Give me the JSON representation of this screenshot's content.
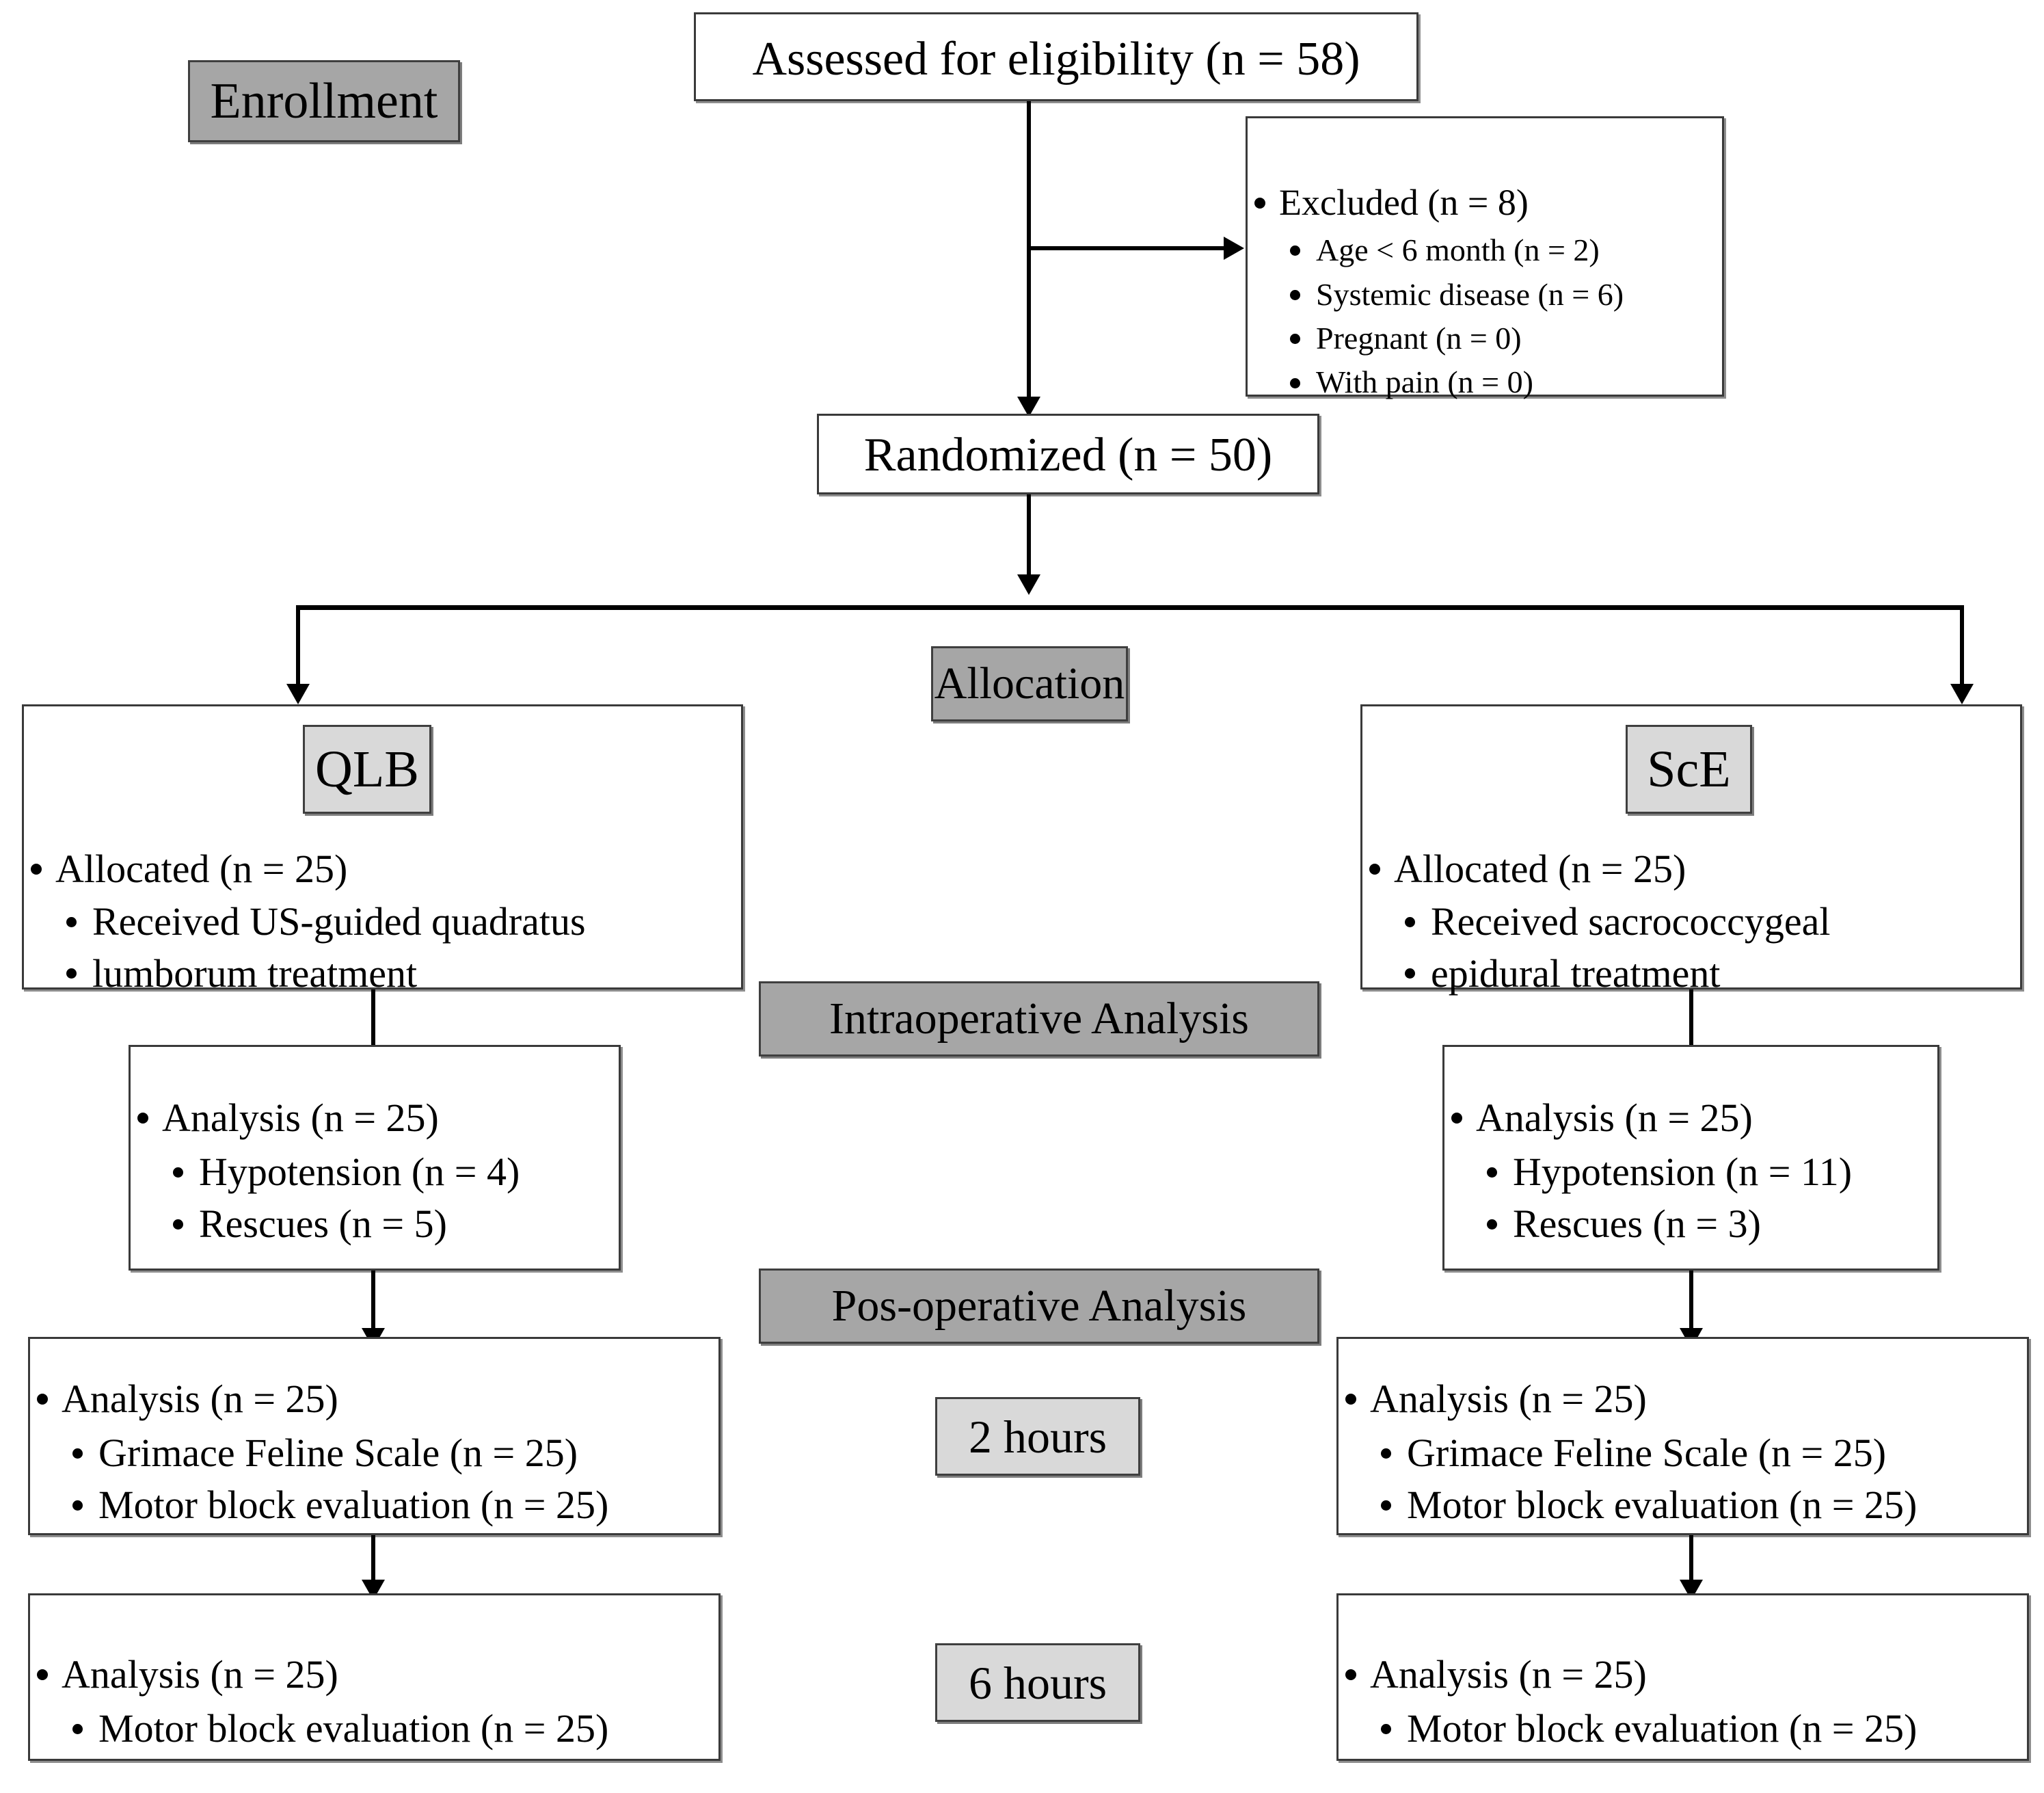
{
  "diagram": {
    "title": "CONSORT participant flow diagram",
    "colors": {
      "stage_label_dark": "#a6a6a6",
      "group_label_light": "#d9d9d9",
      "box_border": "#3a3a3a",
      "connector": "#000000",
      "background": "#ffffff"
    }
  },
  "stage_labels": {
    "enrollment": "Enrollment",
    "allocation": "Allocation",
    "intraoperative": "Intraoperative Analysis",
    "postoperative": "Pos-operative Analysis",
    "two_hours": "2 hours",
    "six_hours": "6 hours"
  },
  "enrollment": {
    "assessed": "Assessed for eligibility (n = 58)",
    "excluded": {
      "heading": "Excluded (n = 8)",
      "reasons": [
        "Age < 6 month (n = 2)",
        "Systemic disease (n = 6)",
        "Pregnant (n = 0)",
        "With pain (n = 0)"
      ]
    },
    "randomized": "Randomized (n = 50)"
  },
  "arms": {
    "left": {
      "group_label": "QLB",
      "allocation": {
        "heading": "Allocated (n = 25)",
        "details": [
          "Received US-guided quadratus",
          "lumborum treatment"
        ]
      },
      "intraoperative": {
        "heading": "Analysis (n = 25)",
        "details": [
          "Hypotension (n = 4)",
          "Rescues (n = 5)"
        ]
      },
      "postop_2h": {
        "heading": "Analysis (n = 25)",
        "details": [
          "Grimace Feline Scale (n = 25)",
          "Motor block evaluation (n = 25)"
        ]
      },
      "postop_6h": {
        "heading": "Analysis (n = 25)",
        "details": [
          "Motor block evaluation (n = 25)"
        ]
      }
    },
    "right": {
      "group_label": "ScE",
      "allocation": {
        "heading": "Allocated (n = 25)",
        "details": [
          "Received sacrococcygeal",
          "epidural treatment"
        ]
      },
      "intraoperative": {
        "heading": "Analysis (n = 25)",
        "details": [
          "Hypotension (n = 11)",
          "Rescues (n = 3)"
        ]
      },
      "postop_2h": {
        "heading": "Analysis (n = 25)",
        "details": [
          "Grimace Feline Scale (n = 25)",
          "Motor block evaluation (n = 25)"
        ]
      },
      "postop_6h": {
        "heading": "Analysis (n = 25)",
        "details": [
          "Motor block evaluation (n = 25)"
        ]
      }
    }
  }
}
